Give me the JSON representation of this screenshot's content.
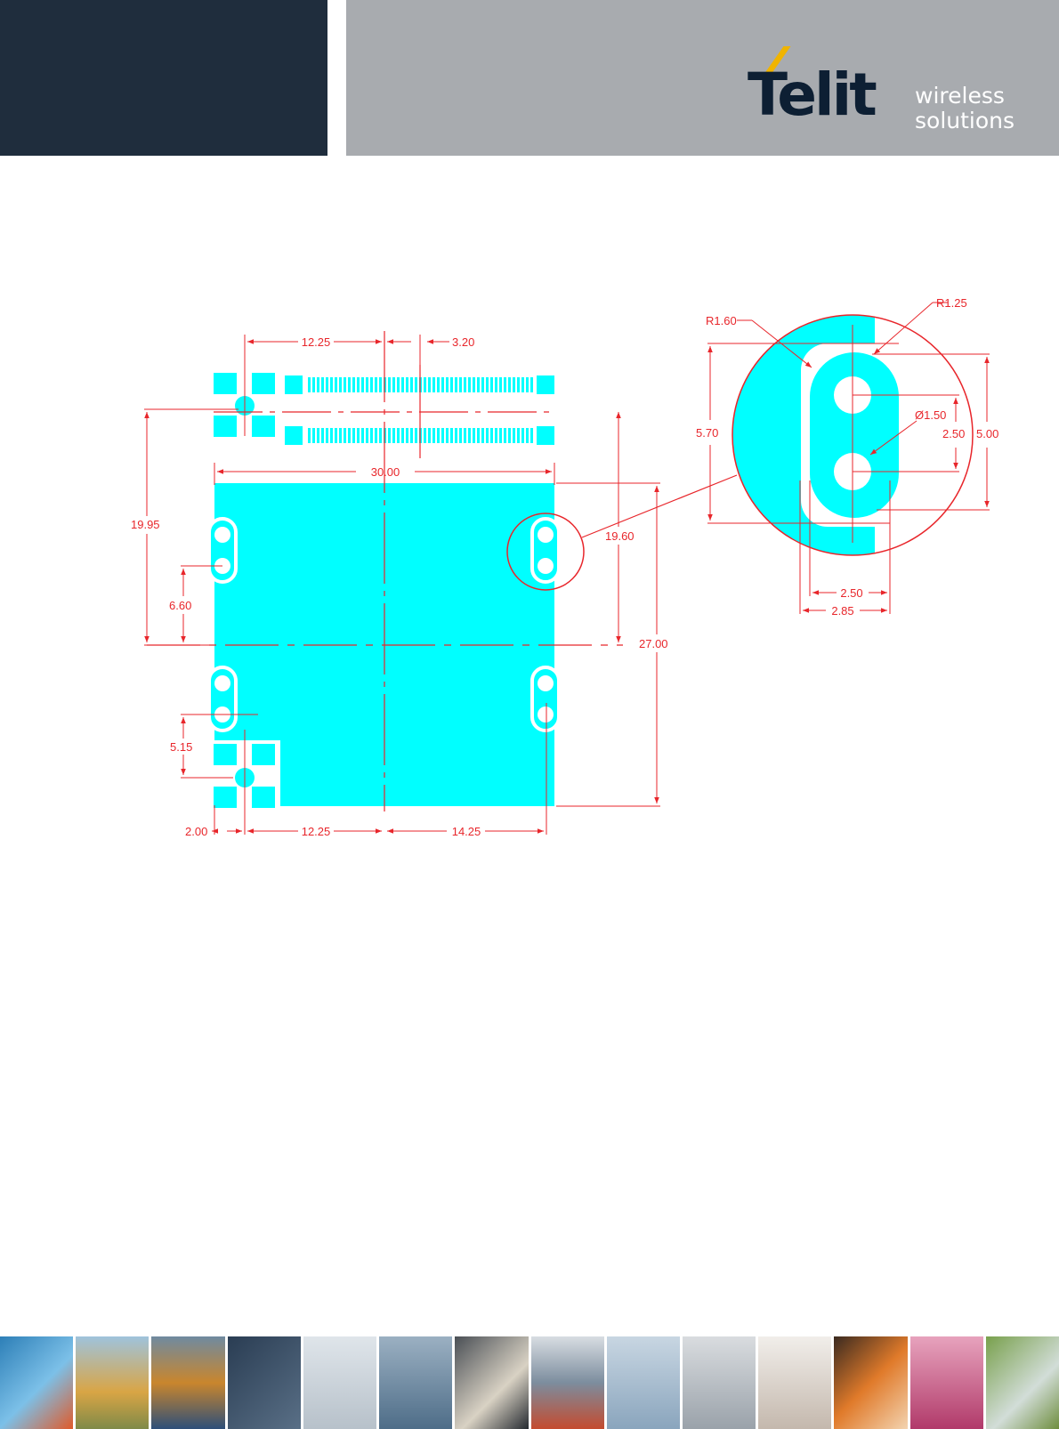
{
  "header": {
    "logo": {
      "word": "Telit",
      "tagline_line1": "wireless",
      "tagline_line2": "solutions"
    }
  },
  "drawing": {
    "colors": {
      "pad_fill": "#00ffff",
      "dimension_line": "#e8262b"
    },
    "dimensions": {
      "top_12_25": "12.25",
      "top_3_20": "3.20",
      "width_30_00": "30.00",
      "left_19_95": "19.95",
      "right_19_60": "19.60",
      "left_6_60": "6.60",
      "right_27_00": "27.00",
      "left_5_15": "5.15",
      "bottom_2_00": "2.00",
      "bottom_12_25": "12.25",
      "bottom_14_25": "14.25"
    },
    "detail": {
      "r_1_60": "R1.60",
      "r_1_25": "R1.25",
      "h_5_70": "5.70",
      "dia_1_50": "Ø1.50",
      "v_2_50": "2.50",
      "v_5_00": "5.00",
      "w_2_50": "2.50",
      "w_2_85": "2.85"
    }
  },
  "footer": {
    "photo_strip": [
      "highway-traffic",
      "emergency-phone",
      "shipping-containers",
      "led-clock-display",
      "keyboard",
      "cyclist",
      "payment-terminal",
      "vending-machine",
      "wind-turbines",
      "utility-meter",
      "window-interior",
      "busy-crowd",
      "pink-textiles",
      "security-camera"
    ]
  }
}
